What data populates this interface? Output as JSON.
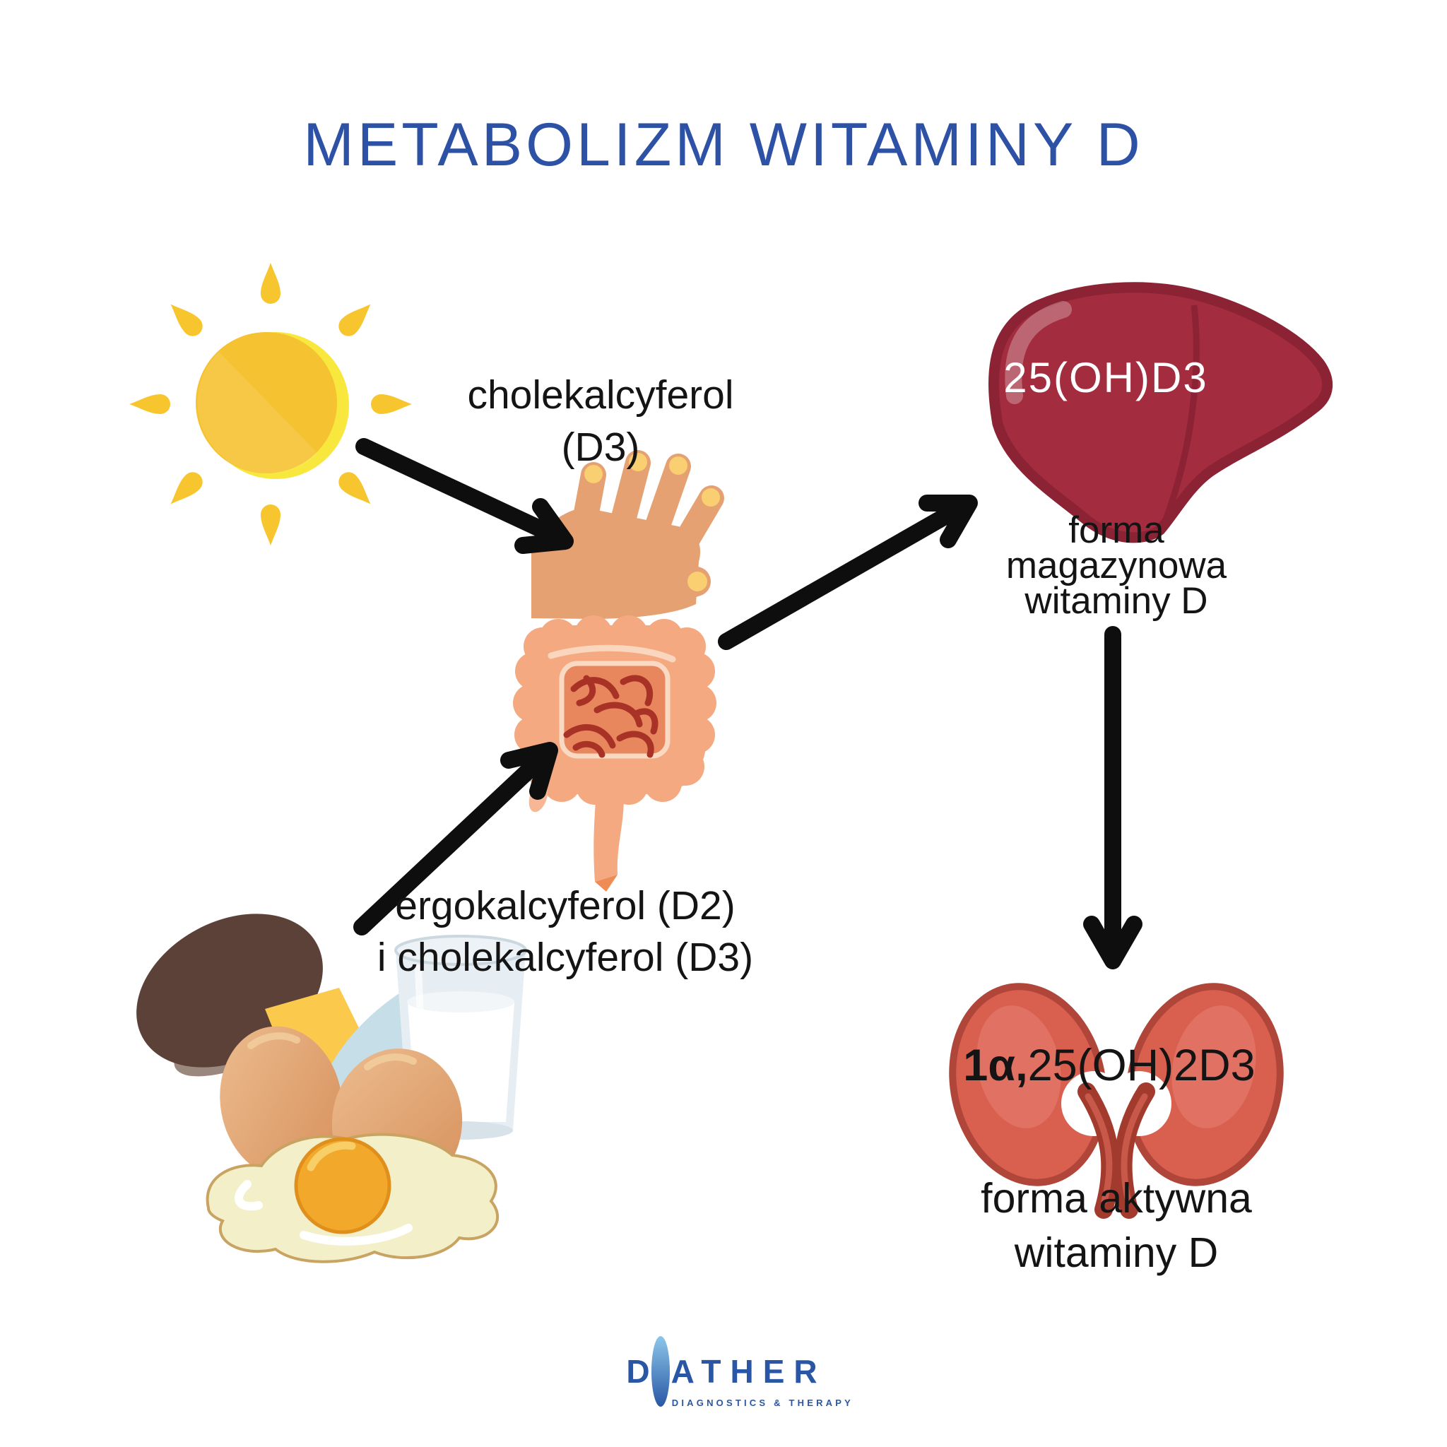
{
  "title": "METABOLIZM WITAMINY D",
  "pathways": {
    "skin": {
      "line1": "cholekalcyferol",
      "line2": "(D3)"
    },
    "diet": {
      "line1": "ergokalcyferol (D2)",
      "line2": "i cholekalcyferol (D3)"
    }
  },
  "liver": {
    "molecule": "25(OH)D3",
    "caption1": "forma",
    "caption2": "magazynowa",
    "caption3": "witaminy D"
  },
  "kidneys": {
    "molecule_bold": "1α,",
    "molecule_rest": "25(OH)2D3",
    "caption1": "forma aktywna",
    "caption2": "witaminy D"
  },
  "logo": {
    "prefix": "D",
    "suffix": "ATHER",
    "tagline": "DIAGNOSTICS & THERAPY"
  },
  "colors": {
    "title_blue": "#2d51a5",
    "logo_blue": "#2a57a5",
    "text_black": "#141414",
    "arrow_black": "#0e0e0e",
    "sun_yellow": "#f5c231",
    "liver_red": "#a32c3e",
    "kidney_red": "#d95f4f",
    "intestine_salmon": "#f4a981",
    "hand_skin": "#e6a172"
  },
  "icons": [
    "sun-icon",
    "hand-icon",
    "intestine-icon",
    "liver-icon",
    "kidneys-icon",
    "mushroom-icon",
    "cheese-icon",
    "milk-glass-icon",
    "fish-icon",
    "egg-icon",
    "fried-egg-icon",
    "arrow-icon",
    "logo-lens-icon"
  ]
}
